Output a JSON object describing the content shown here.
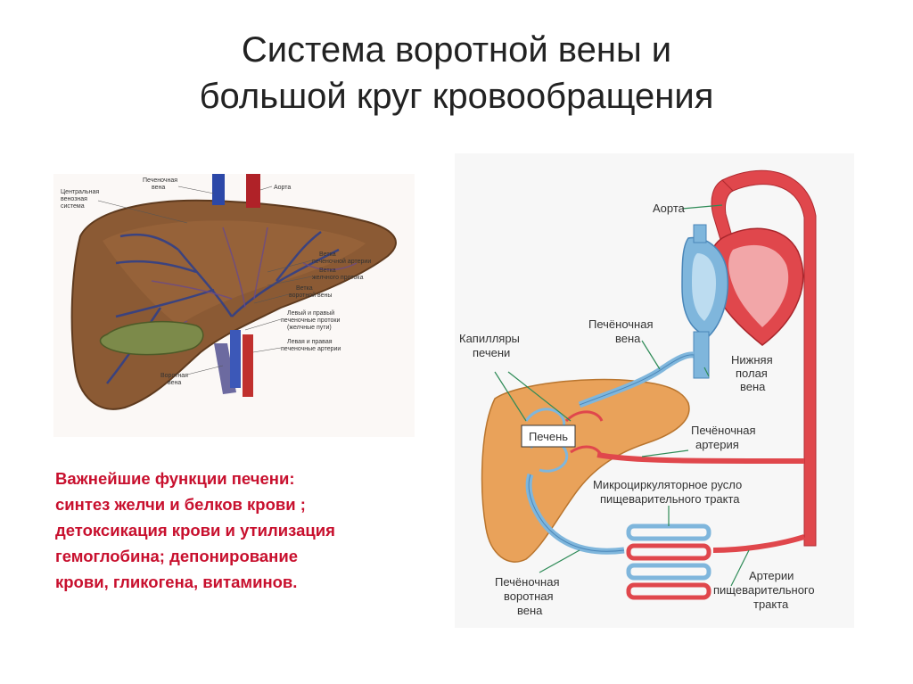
{
  "slide": {
    "title_line1": "Система воротной вены и",
    "title_line2": "большой круг кровообращения"
  },
  "liver_anatomy": {
    "labels": {
      "central_venous_1": "Центральная",
      "central_venous_2": "венозная",
      "central_venous_3": "система",
      "hepatic_vein_1": "Печеночная",
      "hepatic_vein_2": "вена",
      "aorta": "Аорта",
      "hep_artery_branch_1": "Ветка",
      "hep_artery_branch_2": "печеночной артерии",
      "bile_duct_branch_1": "Ветка",
      "bile_duct_branch_2": "желчного протока",
      "portal_branch_1": "Ветка",
      "portal_branch_2": "воротной вены",
      "hepatic_ducts_1": "Левый и правый",
      "hepatic_ducts_2": "печеночные протоки",
      "hepatic_ducts_3": "(желчные пути)",
      "hepatic_arteries_1": "Левая и правая",
      "hepatic_arteries_2": "печеночные артерии",
      "portal_vein_1": "Воротная",
      "portal_vein_2": "вена"
    }
  },
  "functions": {
    "line1": "Важнейшие функции печени:",
    "line2": "синтез желчи и белков крови ;",
    "line3": "детоксикация крови и утилизация",
    "line4": "гемоглобина; депонирование",
    "line5": "крови, гликогена, витаминов."
  },
  "circulation": {
    "labels": {
      "aorta": "Аорта",
      "hepatic_vein_1": "Печёночная",
      "hepatic_vein_2": "вена",
      "capillaries_1": "Капилляры",
      "capillaries_2": "печени",
      "ivc_1": "Нижняя",
      "ivc_2": "полая",
      "ivc_3": "вена",
      "liver": "Печень",
      "hepatic_artery_1": "Печёночная",
      "hepatic_artery_2": "артерия",
      "micro_1": "Микроциркуляторное русло",
      "micro_2": "пищеварительного тракта",
      "portal_vein_1": "Печёночная",
      "portal_vein_2": "воротная",
      "portal_vein_3": "вена",
      "gi_arteries_1": "Артерии",
      "gi_arteries_2": "пищеварительного",
      "gi_arteries_3": "тракта"
    }
  },
  "colors": {
    "title": "#222222",
    "functions_text": "#c8102e",
    "artery_red": "#e0474c",
    "vein_blue": "#7fb6dc",
    "liver_orange": "#e9a25a",
    "liver_brown": "#8b5a34"
  }
}
